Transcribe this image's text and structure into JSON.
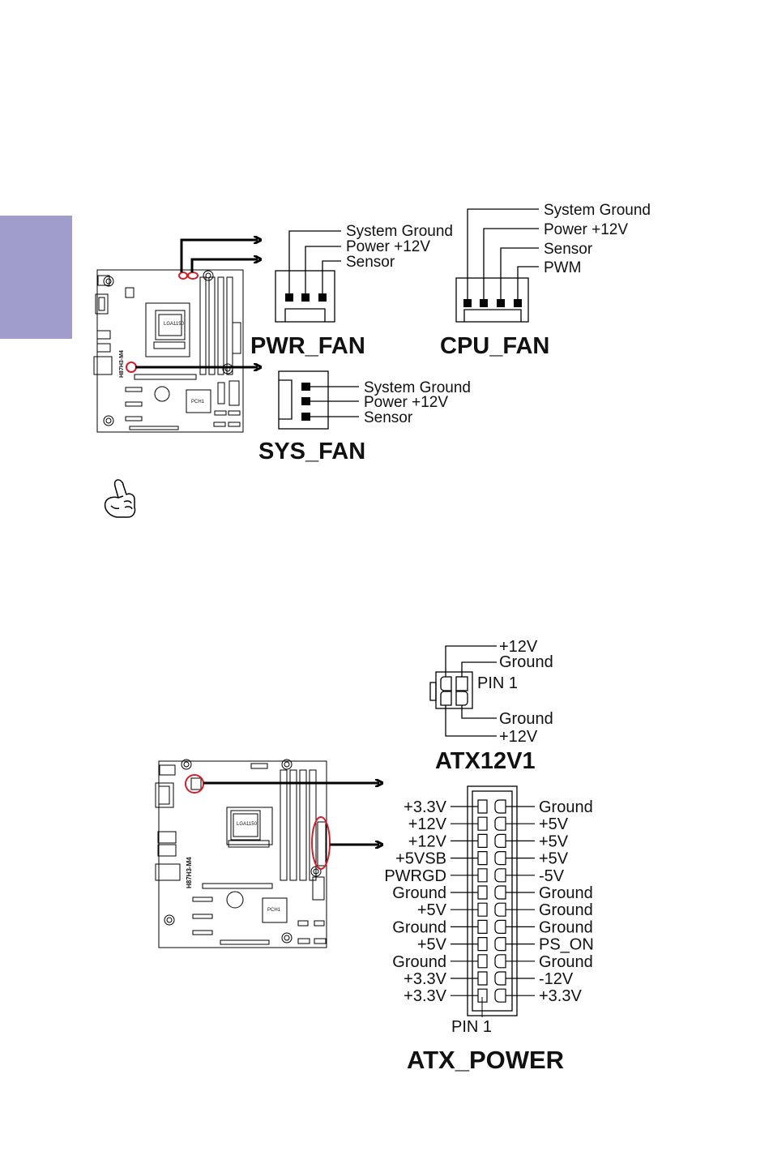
{
  "pwr_fan": {
    "title": "PWR_FAN",
    "pins": [
      "System Ground",
      "Power +12V",
      "Sensor"
    ]
  },
  "cpu_fan": {
    "title": "CPU_FAN",
    "pins": [
      "System Ground",
      "Power +12V",
      "Sensor",
      "PWM"
    ]
  },
  "sys_fan": {
    "title": "SYS_FAN",
    "pins": [
      "System Ground",
      "Power +12V",
      "Sensor"
    ]
  },
  "atx12v1": {
    "title": "ATX12V1",
    "pins_top": [
      "+12V",
      "Ground"
    ],
    "pin1_label": "PIN 1",
    "pins_bottom": [
      "Ground",
      "+12V"
    ]
  },
  "atx_power": {
    "title": "ATX_POWER",
    "pin1_label": "PIN 1",
    "left_pins": [
      "+3.3V",
      "+12V",
      "+12V",
      "+5VSB",
      "PWRGD",
      "Ground",
      "+5V",
      "Ground",
      "+5V",
      "Ground",
      "+3.3V",
      "+3.3V"
    ],
    "right_pins": [
      "Ground",
      "+5V",
      "+5V",
      "+5V",
      "-5V",
      "Ground",
      "Ground",
      "Ground",
      "PS_ON",
      "Ground",
      "-12V",
      "+3.3V"
    ]
  },
  "board": {
    "model": "H87H3-M4",
    "socket": "LGA1150",
    "chipset": "PCH1"
  },
  "colors": {
    "side_tab": "#a09ccb",
    "highlight": "#d0202a"
  },
  "icons": [
    "pointing-hand-icon"
  ]
}
